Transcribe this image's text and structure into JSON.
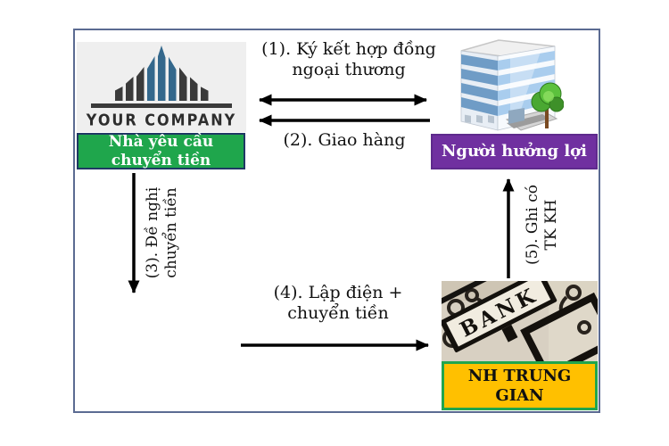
{
  "remitter": {
    "logo_text": "YOUR COMPANY",
    "label_line1": "Nhà yêu cầu",
    "label_line2": "chuyển tiền"
  },
  "beneficiary": {
    "label": "Người hưởng lợi"
  },
  "intermediary_bank": {
    "sign_text": "BANK",
    "label": "NH TRUNG GIAN"
  },
  "steps": {
    "s1": {
      "line1": "(1). Ký kết hợp đồng",
      "line2": "ngoại thương"
    },
    "s2": {
      "line1": "(2). Giao hàng"
    },
    "s3": {
      "line1": "(3). Đề nghị",
      "line2": "chuyển tiền"
    },
    "s4": {
      "line1": "(4). Lập điện +",
      "line2": "chuyển tiền"
    },
    "s5": {
      "line1": "(5). Ghi có",
      "line2": "TK KH"
    }
  },
  "colors": {
    "frame_border": "#5b6b92",
    "remitter_fill": "#1fa64c",
    "remitter_border": "#1f3864",
    "beneficiary_fill": "#7030a0",
    "beneficiary_border": "#5e2a8c",
    "bank_fill": "#ffc000",
    "bank_border": "#21a54d",
    "arrow": "#000000",
    "logo_background": "#efefef",
    "logo_dark": "#3a3a3a",
    "logo_blue": "#34688c",
    "bank_photo_background": "#d8d0c2"
  }
}
